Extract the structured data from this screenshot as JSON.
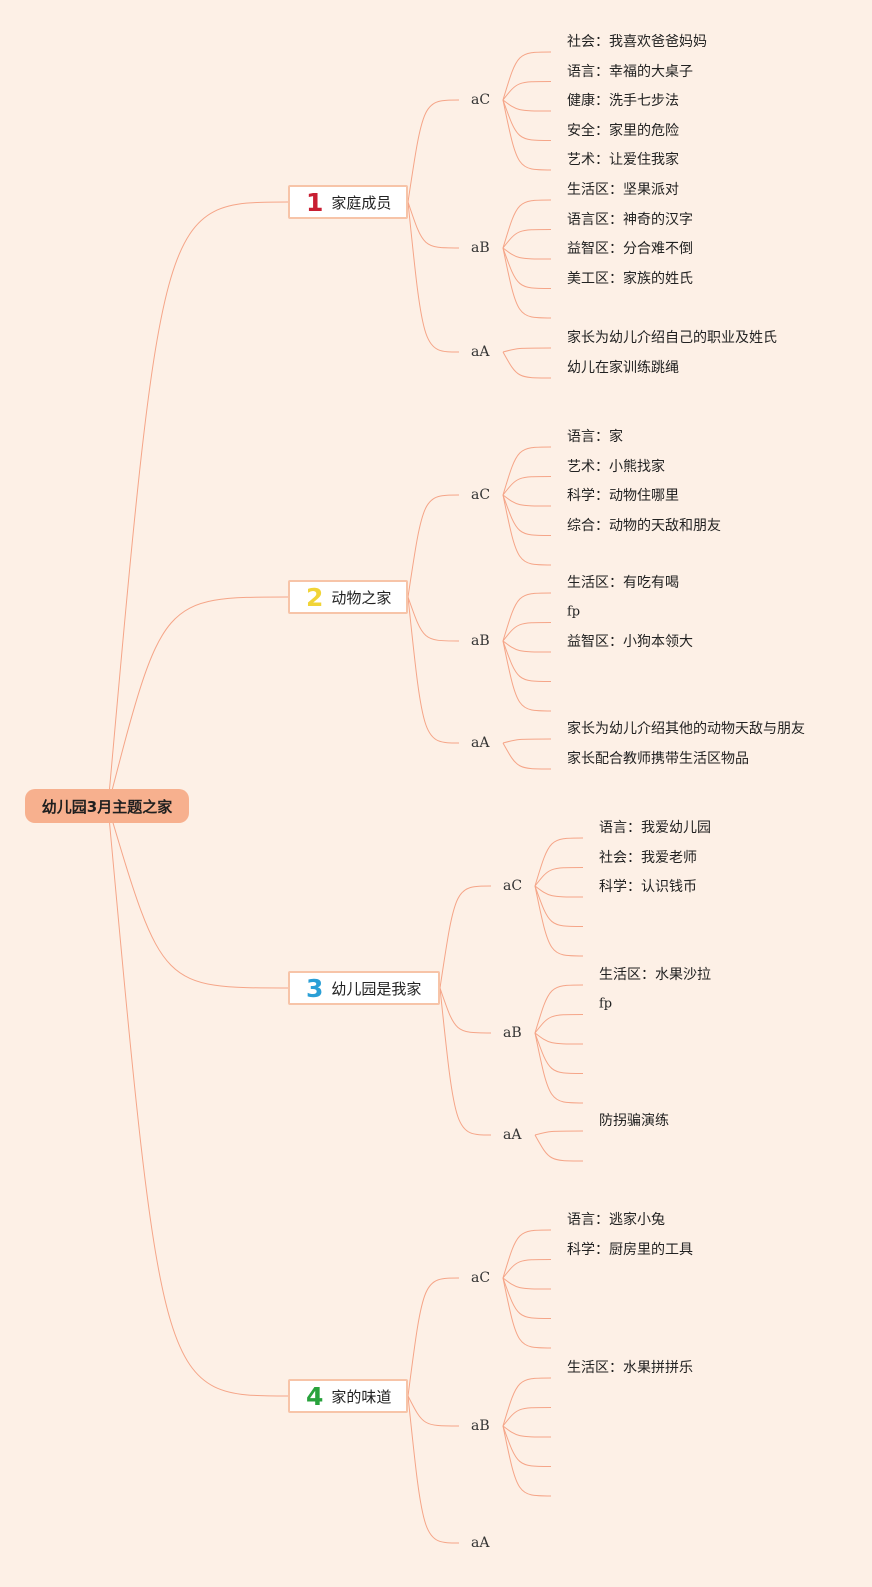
{
  "root": {
    "label": "幼儿园3月主题之家"
  },
  "branches": [
    {
      "num": "1",
      "num_color": "#c81e32",
      "title": "家庭成员",
      "groups": [
        {
          "code": "aC",
          "items": [
            "社会：我喜欢爸爸妈妈",
            "语言：幸福的大桌子",
            "健康：洗手七步法",
            "安全：家里的危险",
            "艺术：让爱住我家"
          ]
        },
        {
          "code": "aB",
          "items": [
            "生活区：坚果派对",
            "语言区：神奇的汉字",
            "益智区：分合难不倒",
            "美工区：家族的姓氏",
            ""
          ]
        },
        {
          "code": "aA",
          "items": [
            "家长为幼儿介绍自己的职业及姓氏",
            "幼儿在家训练跳绳"
          ]
        }
      ]
    },
    {
      "num": "2",
      "num_color": "#f1d437",
      "title": "动物之家",
      "groups": [
        {
          "code": "aC",
          "items": [
            "语言：家",
            "艺术：小熊找家",
            "科学：动物住哪里",
            "综合：动物的天敌和朋友",
            ""
          ]
        },
        {
          "code": "aB",
          "items": [
            "生活区：有吃有喝",
            "fp",
            "益智区：小狗本领大",
            "",
            ""
          ]
        },
        {
          "code": "aA",
          "items": [
            "家长为幼儿介绍其他的动物天敌与朋友",
            "家长配合教师携带生活区物品"
          ]
        }
      ]
    },
    {
      "num": "3",
      "num_color": "#2a9fd6",
      "title": "幼儿园是我家",
      "groups": [
        {
          "code": "aC",
          "items": [
            "语言：我爱幼儿园",
            "社会：我爱老师",
            "科学：认识钱币",
            "",
            ""
          ]
        },
        {
          "code": "aB",
          "items": [
            "生活区：水果沙拉",
            "fp",
            "",
            "",
            ""
          ]
        },
        {
          "code": "aA",
          "items": [
            "防拐骗演练",
            ""
          ]
        }
      ]
    },
    {
      "num": "4",
      "num_color": "#28a23c",
      "title": "家的味道",
      "groups": [
        {
          "code": "aC",
          "items": [
            "语言：逃家小兔",
            "科学：厨房里的工具",
            "",
            "",
            ""
          ]
        },
        {
          "code": "aB",
          "items": [
            "生活区：水果拼拼乐",
            "",
            "",
            "",
            ""
          ]
        },
        {
          "code": "aA",
          "items": []
        }
      ]
    }
  ]
}
